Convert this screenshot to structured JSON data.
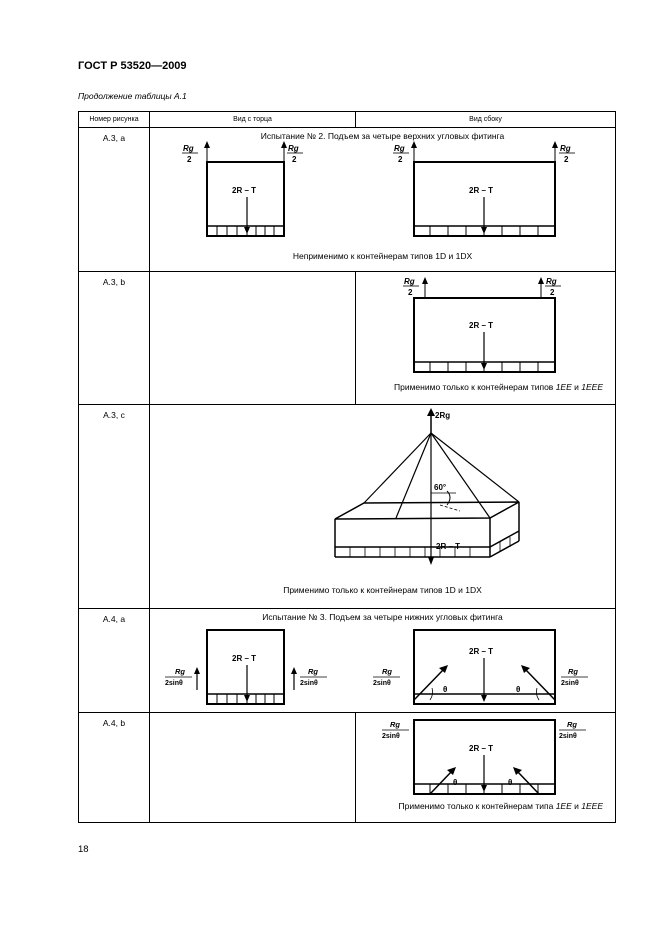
{
  "header": {
    "doc_title": "ГОСТ Р 53520—2009",
    "caption_text": "Продолжение таблицы А.1"
  },
  "table": {
    "columns": [
      "Номер рисунка",
      "Вид с торца",
      "Вид сбоку"
    ],
    "rows": [
      {
        "figure": "А.3, а",
        "test_title": "Испытание № 2. Подъем за четыре верхних угловых фитинга",
        "note": "Неприменимо к контейнерам типов 1D и 1DX"
      },
      {
        "figure": "А.3, b",
        "note_prefix": "Применимо только к контейнерам типов ",
        "note_type1": "1EE",
        "note_and": " и ",
        "note_type2": "1EEE"
      },
      {
        "figure": "А.3, с",
        "note": "Применимо только к контейнерам типов 1D и 1DX",
        "angle_label": "60°"
      },
      {
        "figure": "А.4, а",
        "test_title": "Испытание № 3. Подъем за четыре нижних угловых фитинга"
      },
      {
        "figure": "А.4, b",
        "note_prefix": "Применимо только к контейнерам типа ",
        "note_type1": "1EE",
        "note_and": " и ",
        "note_type2": "1EEE"
      }
    ]
  },
  "symbols": {
    "rg": "Rg",
    "two": "2",
    "two_rg": "2Rg",
    "two_sin": "2sinθ",
    "theta": "θ",
    "load": "2R – T"
  },
  "footer": {
    "page_number": "18"
  }
}
